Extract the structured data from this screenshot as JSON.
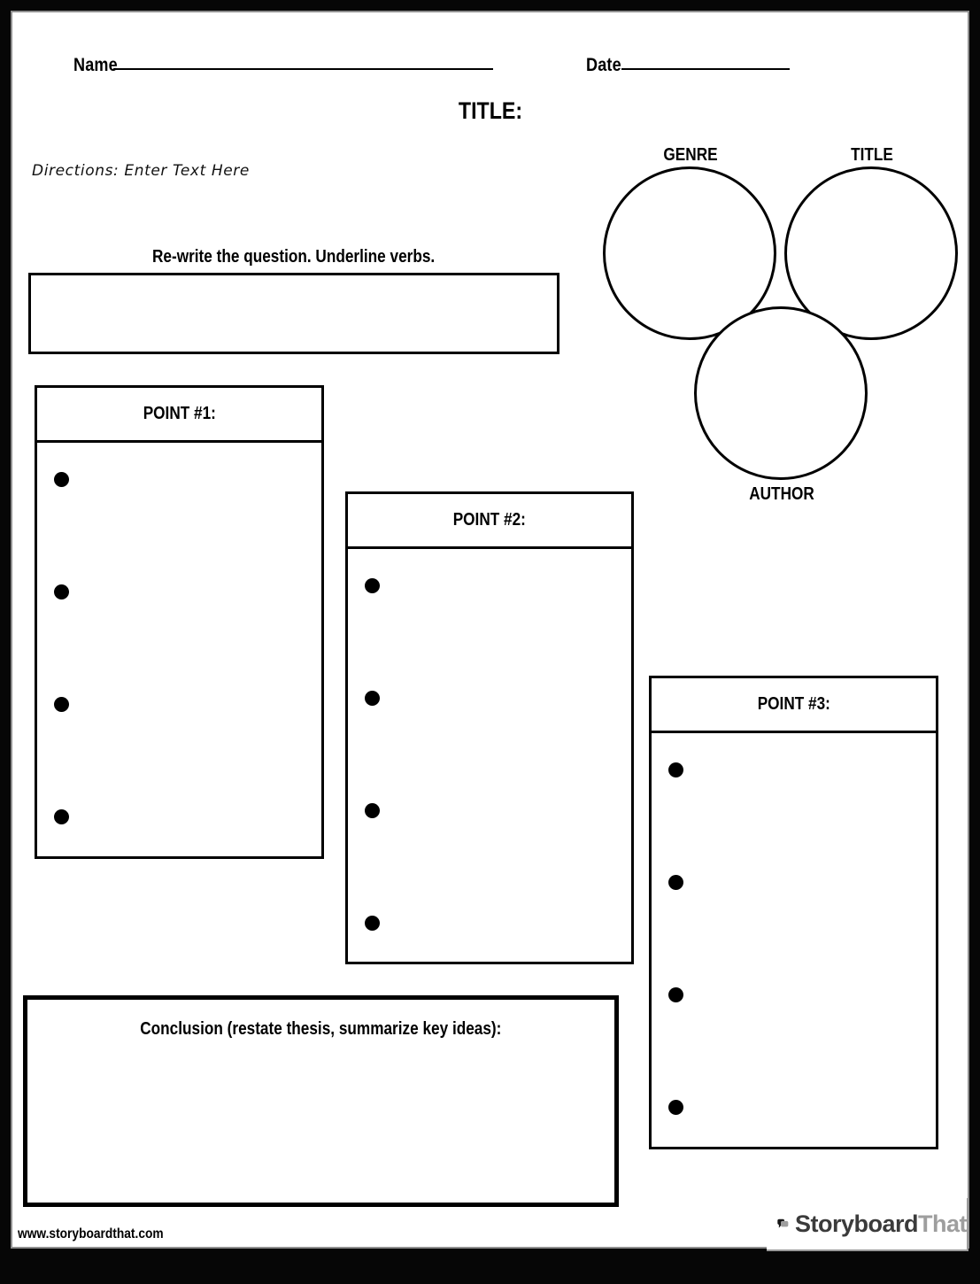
{
  "header": {
    "name_label": "Name",
    "date_label": "Date",
    "title_label": "TITLE:",
    "directions": "Directions: Enter Text Here"
  },
  "question": {
    "prompt": "Re-write the question. Underline verbs."
  },
  "venn": {
    "genre_label": "GENRE",
    "title_label": "TITLE",
    "author_label": "AUTHOR"
  },
  "points": [
    {
      "label": "POINT #1:",
      "bullets": 4
    },
    {
      "label": "POINT #2:",
      "bullets": 4
    },
    {
      "label": "POINT #3:",
      "bullets": 4
    }
  ],
  "conclusion": {
    "label": "Conclusion (restate thesis, summarize key ideas):"
  },
  "footer": {
    "url": "www.storyboardthat.com",
    "logo_part1": "Storyboard",
    "logo_part2": "That"
  },
  "colors": {
    "ink": "#000000",
    "logo_dark": "#3b3b3b",
    "logo_gray": "#9e9e9e"
  }
}
